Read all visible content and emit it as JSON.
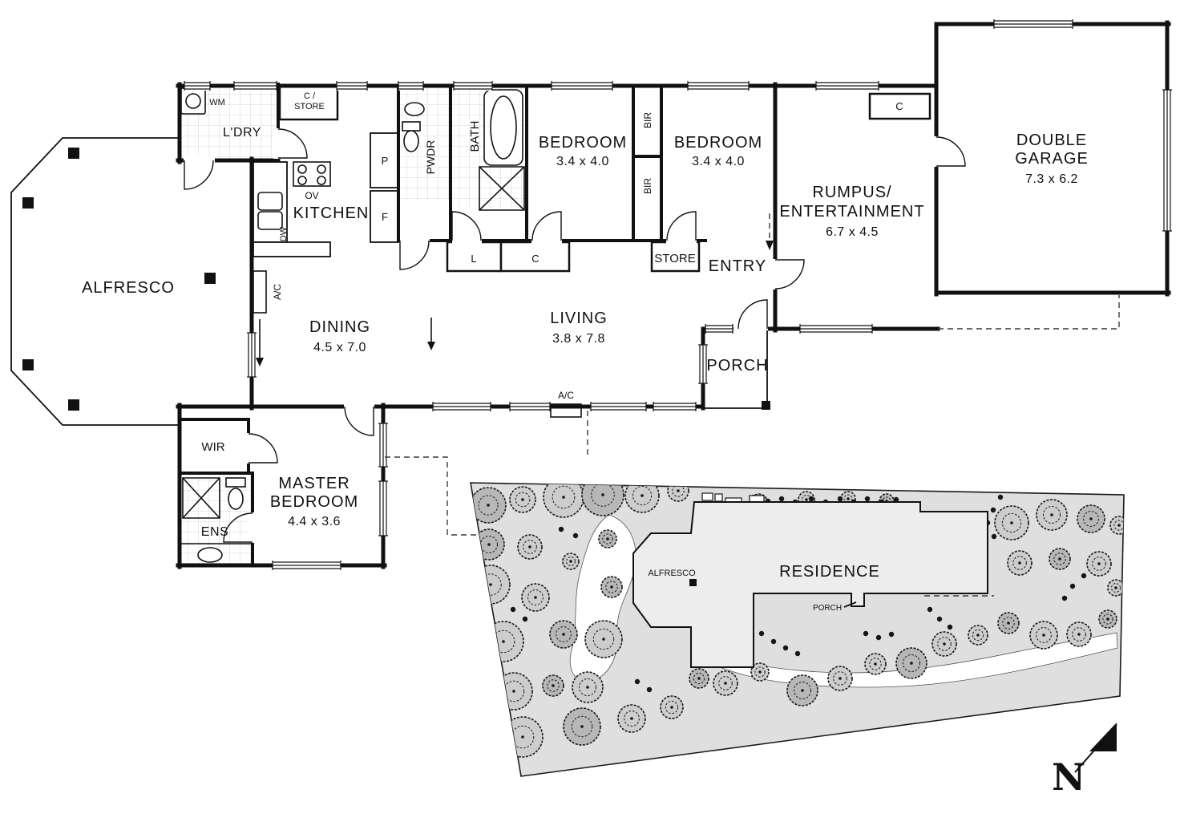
{
  "floor_plan": {
    "alfresco": {
      "label": "ALFRESCO"
    },
    "laundry": {
      "label": "L'DRY",
      "wm": "WM"
    },
    "c_store": {
      "line1": "C /",
      "line2": "STORE"
    },
    "kitchen": {
      "label": "KITCHEN",
      "ov": "OV",
      "dw": "DW",
      "p": "P",
      "f": "F"
    },
    "pwdr": {
      "label": "PWDR"
    },
    "bath": {
      "label": "BATH"
    },
    "bedroom2": {
      "label": "BEDROOM",
      "dims": "3.4 x 4.0"
    },
    "bedroom3": {
      "label": "BEDROOM",
      "dims": "3.4 x 4.0"
    },
    "bir1": {
      "label": "BIR"
    },
    "bir2": {
      "label": "BIR"
    },
    "rumpus": {
      "line1": "RUMPUS/",
      "line2": "ENTERTAINMENT",
      "dims": "6.7 x 4.5",
      "cupboard": "C"
    },
    "garage": {
      "line1": "DOUBLE",
      "line2": "GARAGE",
      "dims": "7.3 x 6.2"
    },
    "entry": {
      "label": "ENTRY"
    },
    "store": {
      "label": "STORE"
    },
    "linen": {
      "label": "L"
    },
    "hall_cupboard": {
      "label": "C"
    },
    "dining": {
      "label": "DINING",
      "dims": "4.5 x 7.0"
    },
    "living": {
      "label": "LIVING",
      "dims": "3.8 x 7.8"
    },
    "porch": {
      "label": "PORCH"
    },
    "master": {
      "line1": "MASTER",
      "line2": "BEDROOM",
      "dims": "4.4 x 3.6"
    },
    "wir": {
      "label": "WIR"
    },
    "ens": {
      "label": "ENS"
    },
    "ac1": {
      "label": "A/C"
    },
    "ac2": {
      "label": "A/C"
    }
  },
  "site_plan": {
    "residence": {
      "label": "RESIDENCE"
    },
    "alfresco": {
      "label": "ALFRESCO"
    },
    "porch": {
      "label": "PORCH"
    },
    "compass": {
      "label": "N"
    }
  }
}
